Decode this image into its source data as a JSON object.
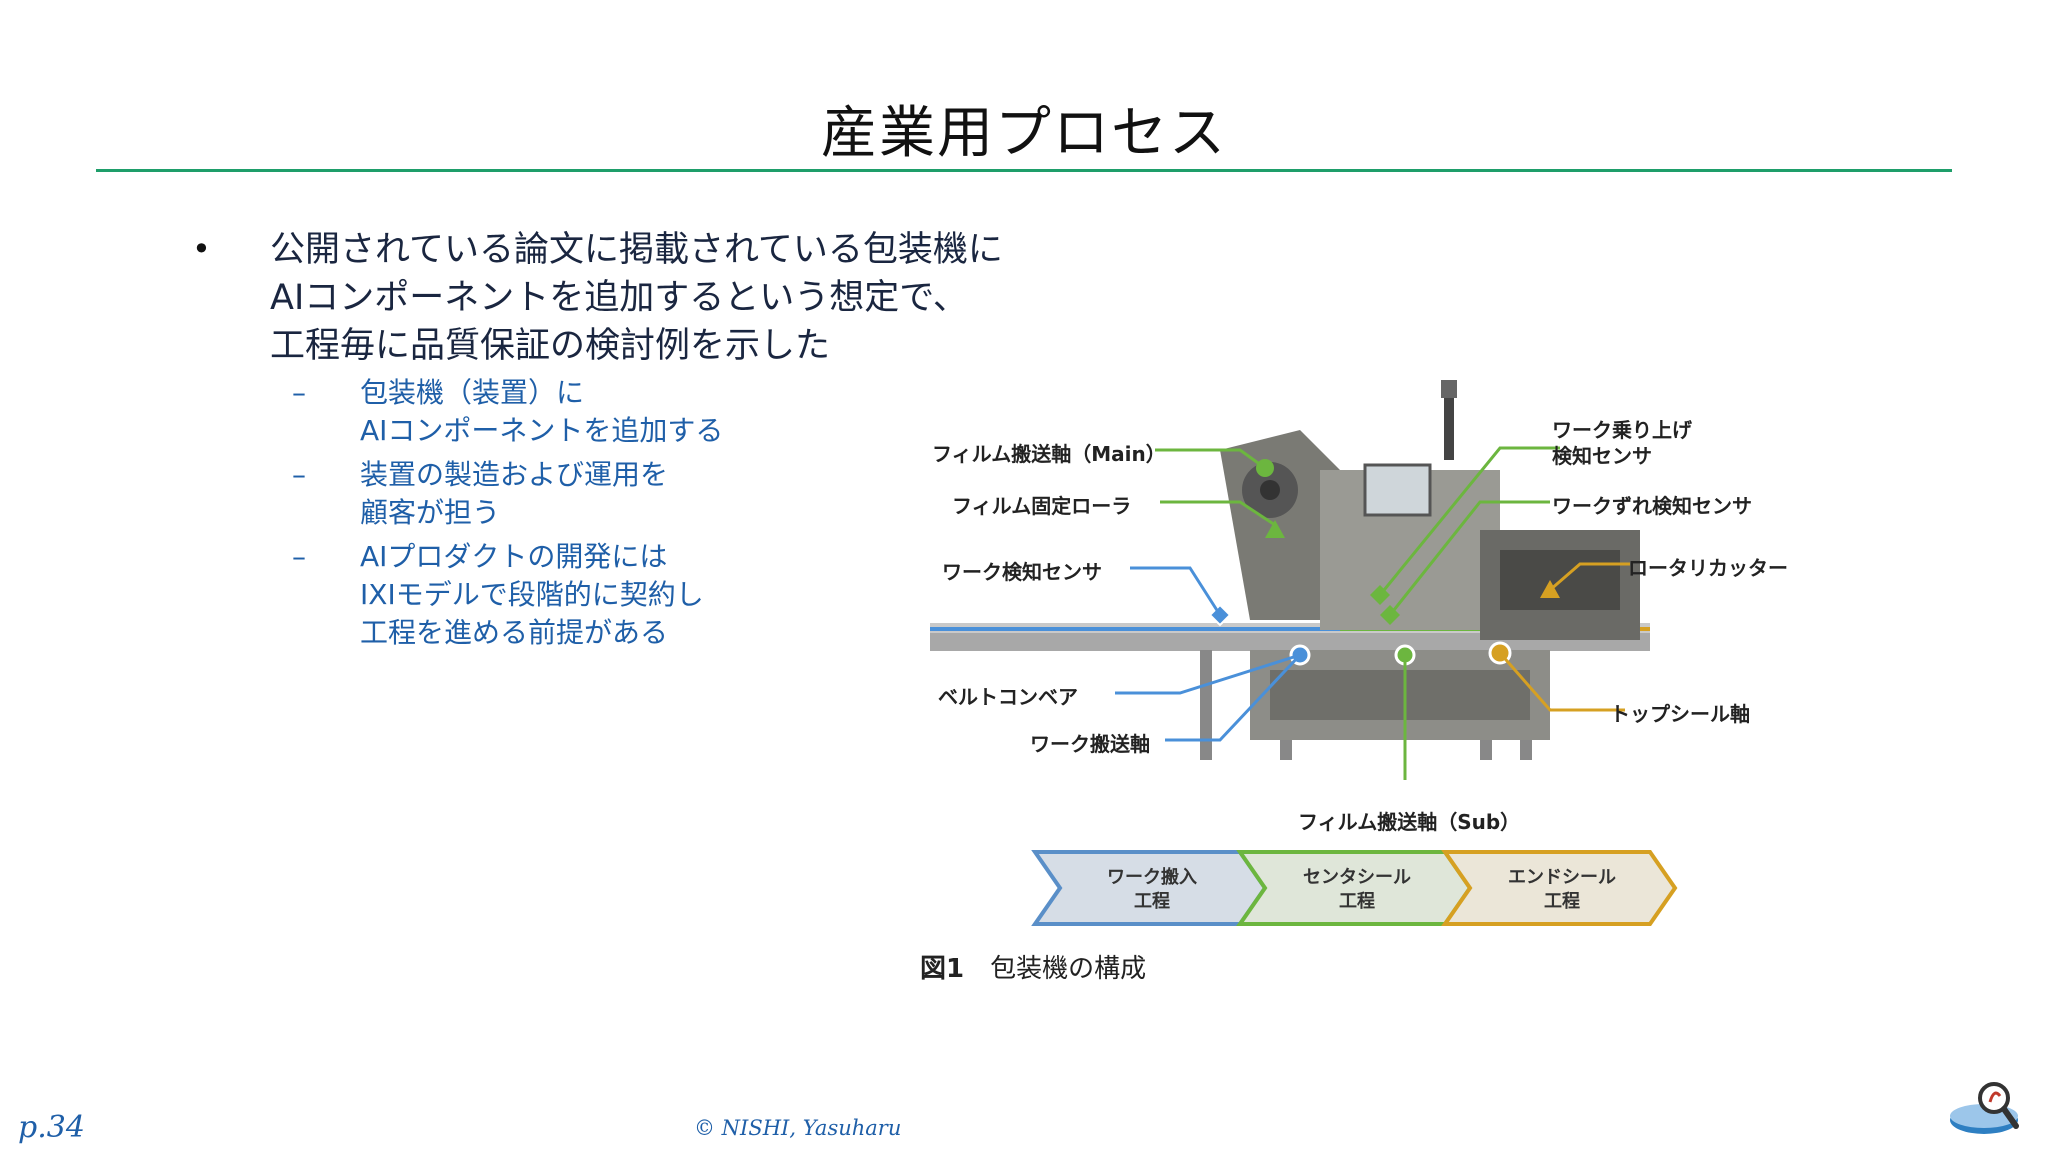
{
  "slide": {
    "title": "産業用プロセス",
    "bullet_symbol": "•",
    "bullet_lines": [
      "公開されている論文に掲載されている包装機に",
      "AIコンポーネントを追加するという想定で、",
      "工程毎に品質保証の検討例を示した"
    ],
    "sub_dash": "–",
    "sub_items": [
      {
        "lines": [
          "包装機（装置）に",
          "AIコンポーネントを追加する"
        ]
      },
      {
        "lines": [
          "装置の製造および運用を",
          "顧客が担う"
        ]
      },
      {
        "lines": [
          "AIプロダクトの開発には",
          "IXIモデルで段階的に契約し",
          "工程を進める前提がある"
        ]
      }
    ]
  },
  "figure": {
    "labels": {
      "film_feed_main": "フィルム搬送軸（Main）",
      "film_fixed_roller": "フィルム固定ローラ",
      "work_detect_sensor": "ワーク検知センサ",
      "belt_conveyor": "ベルトコンベア",
      "work_feed_axis": "ワーク搬送軸",
      "film_feed_sub": "フィルム搬送軸（Sub）",
      "work_lift_detect_1": "ワーク乗り上げ",
      "work_lift_detect_2": "検知センサ",
      "work_shift_detect": "ワークずれ検知センサ",
      "rotary_cutter": "ロータリカッター",
      "top_seal_axis": "トップシール軸"
    },
    "stages": [
      {
        "line1": "ワーク搬入",
        "line2": "工程",
        "color": "#5a8fc8"
      },
      {
        "line1": "センタシール",
        "line2": "工程",
        "color": "#6cb63f"
      },
      {
        "line1": "エンドシール",
        "line2": "工程",
        "color": "#d6a022"
      }
    ],
    "caption_num": "図1",
    "caption_text": "包装機の構成"
  },
  "footer": {
    "page": "p.34",
    "copyright": "© NISHI, Yasuharu"
  },
  "colors": {
    "accent_rule": "#1e9e6a",
    "body_text": "#1a2640",
    "sub_text": "#1f5fa8"
  }
}
